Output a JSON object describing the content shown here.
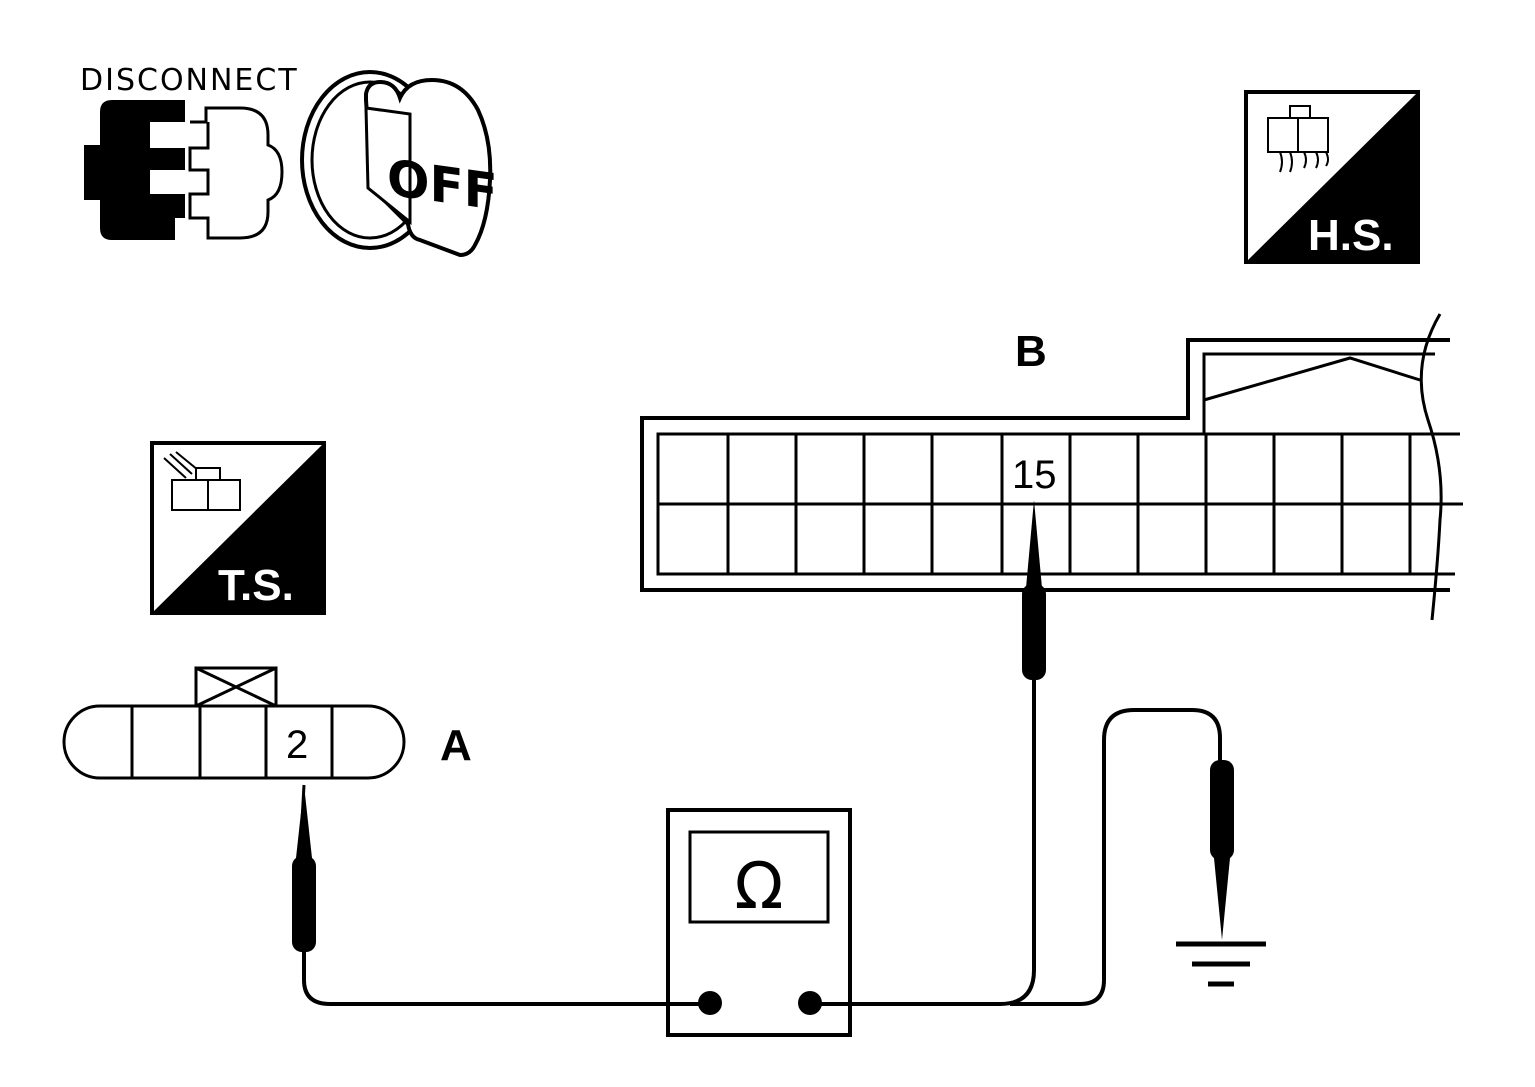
{
  "header": {
    "disconnect_label": "DISCONNECT",
    "ignition_label": "OFF"
  },
  "badges": {
    "harness_side": "H.S.",
    "terminal_side": "T.S."
  },
  "connectors": {
    "a": {
      "label": "A",
      "terminal": "2"
    },
    "b": {
      "label": "B",
      "terminal": "15"
    }
  },
  "meter": {
    "symbol": "Ω",
    "mode": "ohmmeter"
  },
  "colors": {
    "ink": "#000000",
    "paper": "#ffffff"
  }
}
